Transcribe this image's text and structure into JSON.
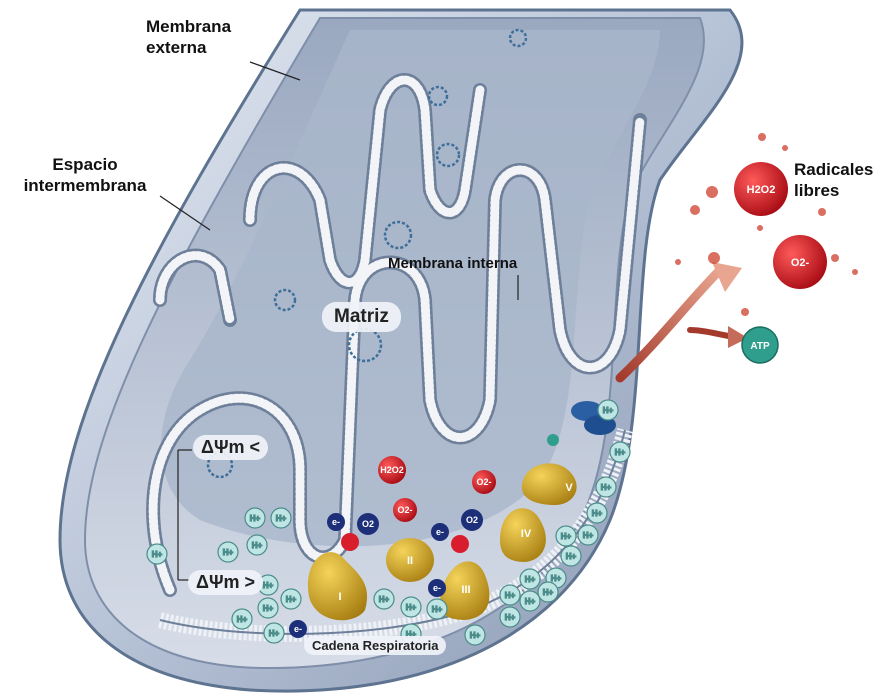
{
  "labels": {
    "outer_membrane": "Membrana externa",
    "intermembrane_space": "Espacio intermembrana",
    "inner_membrane": "Membrana interna",
    "matrix": "Matriz",
    "free_radicals": "Radicales libres",
    "respiratory_chain": "Cadena Respiratoria",
    "delta_psi_low": "ΔΨm <",
    "delta_psi_high": "ΔΨm >"
  },
  "complexes": {
    "c1": "I",
    "c2": "II",
    "c3": "III",
    "c4": "IV",
    "c5": "V"
  },
  "molecules": {
    "proton": "H+",
    "electron": "e-",
    "oxygen": "O2",
    "superoxide": "O2-",
    "hydrogen_peroxide": "H2O2",
    "atp": "ATP"
  },
  "colors": {
    "membrane_dark": "#5d7390",
    "membrane_fill": "#c8d2e2",
    "proton_fill": "#bfe6e4",
    "radical_red": "#c8141e",
    "electron_blue": "#1e2f7a",
    "complex_gold": "#c8a021",
    "atp_green": "#2f9e8c"
  }
}
